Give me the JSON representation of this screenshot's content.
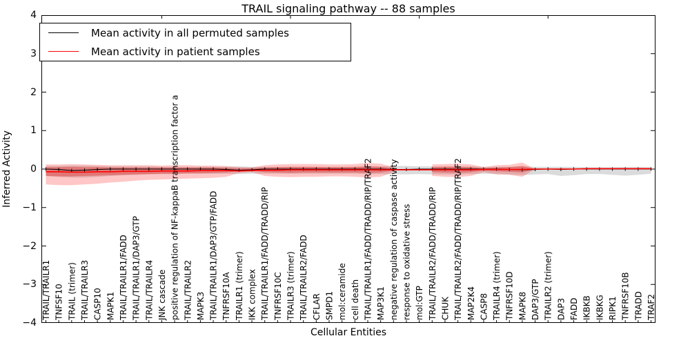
{
  "title": "TRAIL signaling pathway -- 88 samples",
  "xlabel": "Cellular Entities",
  "ylabel": "Inferred Activity",
  "legend": [
    {
      "label": "Mean activity in all permuted samples",
      "color": "#000000"
    },
    {
      "label": "Mean activity in patient samples",
      "color": "#ff0000"
    }
  ],
  "chart_data": {
    "type": "line",
    "title": "TRAIL signaling pathway -- 88 samples",
    "xlabel": "Cellular Entities",
    "ylabel": "Inferred Activity",
    "ylim": [
      -4,
      4
    ],
    "yticks": [
      4,
      3,
      2,
      1,
      0,
      -1,
      -2,
      -3,
      -4
    ],
    "ytick_labels": [
      "4",
      "3",
      "2",
      "1",
      "0",
      "−1",
      "−2",
      "−3",
      "−4"
    ],
    "grid": false,
    "legend_position": "upper left",
    "top_tick_indices": [
      9,
      19,
      29,
      39
    ],
    "categories": [
      "TRAIL/TRAILR1",
      "TNFSF10",
      "TRAIL (trimer)",
      "TRAIL/TRAILR3",
      "CASP10",
      "MAPK1",
      "TRAIL/TRAILR1/FADD",
      "TRAIL/TRAILR1/DAP3/GTP",
      "TRAIL/TRAILR4",
      "JNK cascade",
      "positive regulation of NF-kappaB transcription factor a",
      "TRAIL/TRAILR2",
      "MAPK3",
      "TRAIL/TRAILR1/DAP3/GTP/FADD",
      "TNFRSF10A",
      "TRAILR1 (trimer)",
      "IKK complex",
      "TRAIL/TRAILR1/FADD/TRADD/RIP",
      "TNFRSF10C",
      "TRAILR3 (trimer)",
      "TRAIL/TRAILR2/FADD",
      "CFLAR",
      "SMPD1",
      "mol:ceramide",
      "cell death",
      "TRAIL/TRAILR1/FADD/TRADD/RIP/TRAF2",
      "MAP3K1",
      "negative regulation of caspase activity",
      "response to oxidative stress",
      "mol:GTP",
      "TRAIL/TRAILR2/FADD/TRADD/RIP",
      "CHUK",
      "TRAIL/TRAILR2/FADD/TRADD/RIP/TRAF2",
      "MAP2K4",
      "CASP8",
      "TRAILR4 (trimer)",
      "TNFRSF10D",
      "MAPK8",
      "DAP3/GTP",
      "TRAILR2 (trimer)",
      "DAP3",
      "FADD",
      "IKBKB",
      "IKBKG",
      "RIPK1",
      "TNFRSF10B",
      "TRADD",
      "TRAF2"
    ],
    "series": [
      {
        "name": "Mean activity in all permuted samples",
        "color": "#000000",
        "marker": "plus",
        "values": [
          0.0,
          -0.01,
          -0.04,
          -0.03,
          -0.01,
          0.0,
          0.0,
          0.0,
          0.0,
          0.0,
          0.0,
          0.0,
          0.0,
          0.0,
          -0.01,
          -0.03,
          -0.02,
          0.0,
          0.0,
          0.0,
          0.0,
          0.0,
          0.0,
          0.0,
          0.0,
          0.0,
          0.0,
          -0.01,
          -0.01,
          0.0,
          0.0,
          0.0,
          0.0,
          0.0,
          0.0,
          0.0,
          -0.01,
          -0.02,
          -0.01,
          0.0,
          -0.01,
          0.0,
          0.0,
          0.0,
          0.0,
          0.0,
          0.0,
          0.0
        ]
      },
      {
        "name": "Mean activity in patient samples",
        "color": "#ff0000",
        "marker": "none",
        "values": [
          -0.07,
          -0.07,
          -0.08,
          -0.08,
          -0.07,
          -0.07,
          -0.06,
          -0.06,
          -0.06,
          -0.05,
          -0.05,
          -0.05,
          -0.04,
          -0.04,
          -0.04,
          -0.05,
          -0.04,
          -0.03,
          -0.03,
          -0.02,
          -0.02,
          -0.02,
          -0.02,
          -0.02,
          -0.02,
          -0.02,
          -0.02,
          -0.02,
          -0.02,
          -0.02,
          -0.02,
          -0.02,
          -0.02,
          -0.02,
          -0.01,
          -0.01,
          -0.01,
          -0.01,
          0.0,
          0.0,
          0.0,
          0.0,
          0.01,
          0.01,
          0.01,
          0.01,
          0.01,
          0.01
        ]
      }
    ],
    "bands": [
      {
        "name": "permuted-samples-std",
        "color": "#999999",
        "opacity": 0.35,
        "upper": [
          0.08,
          0.08,
          0.09,
          0.09,
          0.08,
          0.07,
          0.07,
          0.07,
          0.07,
          0.06,
          0.06,
          0.06,
          0.06,
          0.06,
          0.06,
          0.07,
          0.06,
          0.06,
          0.06,
          0.06,
          0.06,
          0.06,
          0.06,
          0.06,
          0.06,
          0.07,
          0.07,
          0.08,
          0.08,
          0.07,
          0.07,
          0.07,
          0.07,
          0.07,
          0.06,
          0.06,
          0.06,
          0.07,
          0.06,
          0.06,
          0.06,
          0.06,
          0.05,
          0.05,
          0.05,
          0.06,
          0.06,
          0.05
        ],
        "lower": [
          -0.18,
          -0.2,
          -0.22,
          -0.22,
          -0.2,
          -0.18,
          -0.16,
          -0.15,
          -0.14,
          -0.13,
          -0.13,
          -0.12,
          -0.12,
          -0.12,
          -0.12,
          -0.13,
          -0.12,
          -0.12,
          -0.12,
          -0.12,
          -0.12,
          -0.12,
          -0.12,
          -0.12,
          -0.12,
          -0.13,
          -0.13,
          -0.14,
          -0.14,
          -0.13,
          -0.14,
          -0.14,
          -0.14,
          -0.13,
          -0.12,
          -0.13,
          -0.14,
          -0.16,
          -0.14,
          -0.13,
          -0.18,
          -0.16,
          -0.13,
          -0.13,
          -0.15,
          -0.17,
          -0.15,
          -0.12
        ]
      },
      {
        "name": "patient-samples-std-outer",
        "color": "#ff0000",
        "opacity": 0.22,
        "upper": [
          0.12,
          0.12,
          0.13,
          0.12,
          0.11,
          0.1,
          0.1,
          0.1,
          0.1,
          0.09,
          0.1,
          0.1,
          0.09,
          0.09,
          0.08,
          0.05,
          0.04,
          0.1,
          0.12,
          0.13,
          0.13,
          0.13,
          0.12,
          0.12,
          0.13,
          0.16,
          0.14,
          0.05,
          null,
          null,
          0.12,
          0.13,
          0.14,
          0.12,
          0.05,
          0.1,
          0.11,
          0.17,
          0.0,
          null,
          null,
          null,
          null,
          null,
          null,
          null,
          null,
          null
        ],
        "lower": [
          -0.4,
          -0.42,
          -0.42,
          -0.4,
          -0.38,
          -0.35,
          -0.33,
          -0.3,
          -0.28,
          -0.27,
          -0.26,
          -0.25,
          -0.24,
          -0.23,
          -0.2,
          -0.1,
          -0.08,
          -0.18,
          -0.2,
          -0.21,
          -0.2,
          -0.2,
          -0.19,
          -0.19,
          -0.2,
          -0.22,
          -0.2,
          -0.08,
          null,
          null,
          -0.18,
          -0.2,
          -0.21,
          -0.18,
          -0.08,
          -0.14,
          -0.15,
          -0.2,
          0.0,
          null,
          null,
          null,
          null,
          null,
          null,
          null,
          null,
          null
        ]
      },
      {
        "name": "patient-samples-std-inner",
        "color": "#dd2222",
        "opacity": 0.38,
        "upper": [
          0.05,
          0.05,
          0.06,
          0.05,
          0.05,
          0.04,
          0.04,
          0.04,
          0.04,
          0.04,
          0.04,
          0.04,
          0.04,
          0.04,
          0.03,
          0.02,
          0.02,
          0.04,
          0.05,
          0.06,
          0.06,
          0.06,
          0.05,
          0.05,
          0.06,
          0.07,
          0.06,
          0.02,
          null,
          null,
          0.05,
          0.06,
          0.06,
          0.05,
          0.02,
          0.04,
          0.05,
          0.08,
          0.0,
          null,
          null,
          null,
          null,
          null,
          null,
          null,
          null,
          null
        ],
        "lower": [
          -0.18,
          -0.19,
          -0.19,
          -0.18,
          -0.17,
          -0.16,
          -0.15,
          -0.14,
          -0.13,
          -0.12,
          -0.12,
          -0.11,
          -0.11,
          -0.1,
          -0.09,
          -0.05,
          -0.04,
          -0.08,
          -0.09,
          -0.1,
          -0.09,
          -0.09,
          -0.09,
          -0.09,
          -0.09,
          -0.1,
          -0.09,
          -0.04,
          null,
          null,
          -0.08,
          -0.09,
          -0.1,
          -0.08,
          -0.04,
          -0.06,
          -0.07,
          -0.09,
          0.0,
          null,
          null,
          null,
          null,
          null,
          null,
          null,
          null,
          null
        ]
      }
    ]
  }
}
